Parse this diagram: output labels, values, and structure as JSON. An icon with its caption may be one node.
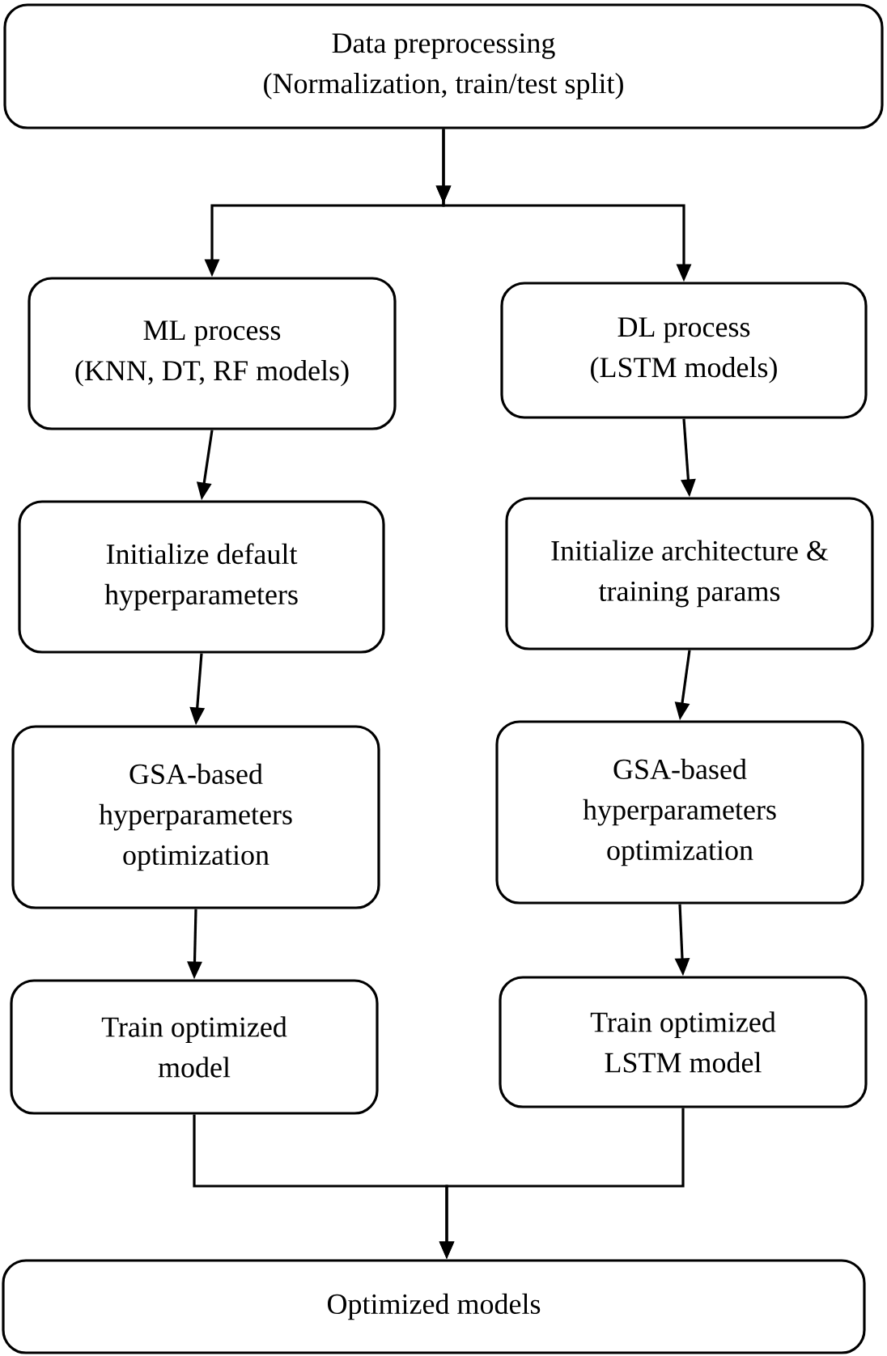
{
  "diagram": {
    "nodes": [
      {
        "text": [
          "Data preprocessing",
          "(Normalization, train/test split)"
        ]
      },
      {
        "text": [
          "ML process",
          "(KNN, DT, RF models)"
        ]
      },
      {
        "text": [
          "DL process",
          "(LSTM models)"
        ]
      },
      {
        "text": [
          "Initialize default hyperparameters"
        ]
      },
      {
        "text": [
          "Initialize architecture & training params"
        ]
      },
      {
        "text": [
          "GSA-based hyperparameters optimization"
        ]
      },
      {
        "text": [
          "GSA-based hyperparameters optimization"
        ]
      },
      {
        "text": [
          "Train optimized model"
        ]
      },
      {
        "text": [
          "Train optimized LSTM model"
        ]
      },
      {
        "text": [
          "Optimized models"
        ]
      }
    ],
    "edges": [
      {
        "from": 0,
        "to": 1,
        "arrow": "to"
      },
      {
        "from": 0,
        "to": 2,
        "arrow": "to"
      },
      {
        "from": 1,
        "to": 3,
        "arrow": "to"
      },
      {
        "from": 2,
        "to": 4,
        "arrow": "to"
      },
      {
        "from": 3,
        "to": 5,
        "arrow": "to"
      },
      {
        "from": 4,
        "to": 6,
        "arrow": "to"
      },
      {
        "from": 5,
        "to": 7,
        "arrow": "to"
      },
      {
        "from": 6,
        "to": 8,
        "arrow": "to"
      },
      {
        "from": 7,
        "to": 9,
        "arrow": "to"
      },
      {
        "from": 8,
        "to": 9,
        "arrow": "to"
      }
    ]
  }
}
